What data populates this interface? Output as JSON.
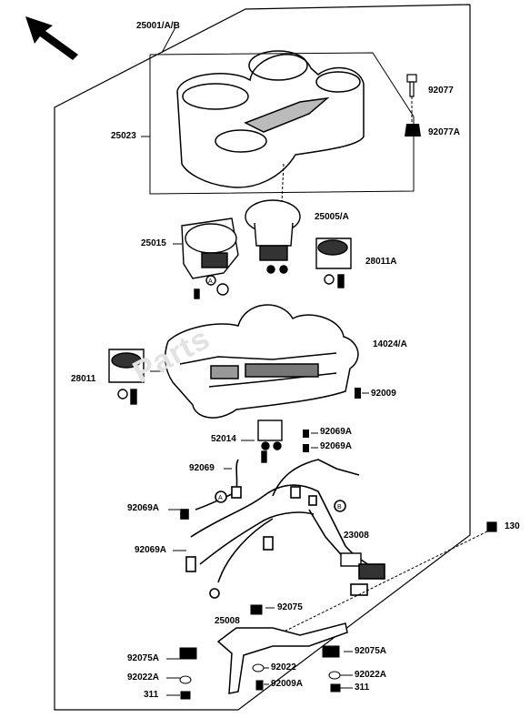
{
  "watermark": "Parts",
  "labels": {
    "p25001": "25001/A/B",
    "p25023": "25023",
    "p92077": "92077",
    "p92077a": "92077A",
    "p25005": "25005/A",
    "p25015": "25015",
    "p28011a": "28011A",
    "p14024": "14024/A",
    "p28011": "28011",
    "p92009": "92009",
    "p92069a_1": "92069A",
    "p52014": "52014",
    "p92069a_2": "92069A",
    "p92069": "92069",
    "p92069a_3": "92069A",
    "p23008": "23008",
    "p130": "130",
    "p92069a_4": "92069A",
    "p92075": "92075",
    "p25008": "25008",
    "p92075a_l": "92075A",
    "p92075a_r": "92075A",
    "p92022": "92022",
    "p92022a_l": "92022A",
    "p92022a_r": "92022A",
    "p92009a": "92009A",
    "p311_l": "311",
    "p311_r": "311"
  }
}
